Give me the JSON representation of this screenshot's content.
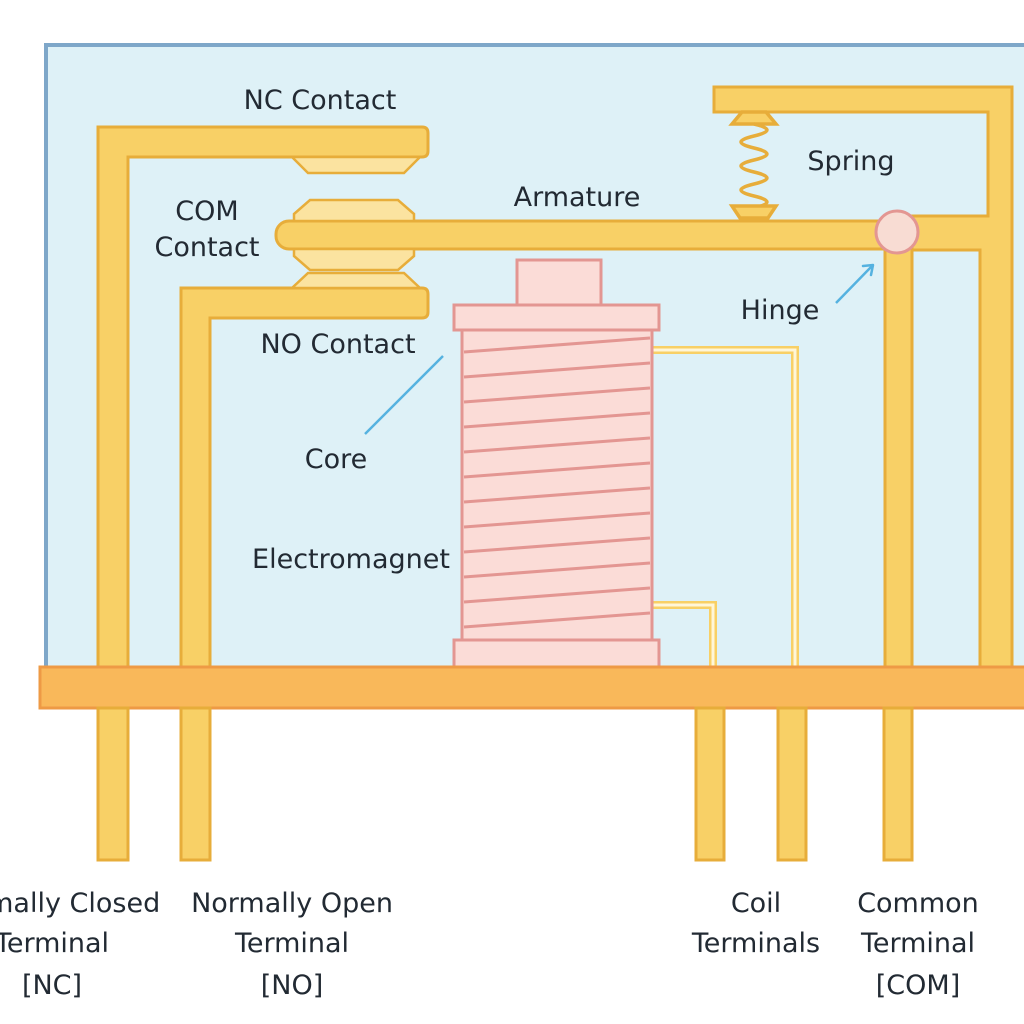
{
  "colors": {
    "housing_fill": "#def1f7",
    "housing_border": "#7ea7c9",
    "metal": "#f8d066",
    "metal_stroke": "#e7ad3a",
    "base": "#f9b85a",
    "coil_fill": "#fbdcd7",
    "coil_stroke": "#e39692",
    "pointer": "#55b2e0",
    "hinge": "#f8dcd3"
  },
  "labels": {
    "nc_contact": "NC Contact",
    "com_contact_line1": "COM",
    "com_contact_line2": "Contact",
    "no_contact": "NO Contact",
    "armature": "Armature",
    "spring": "Spring",
    "hinge": "Hinge",
    "core": "Core",
    "electromagnet": "Electromagnet"
  },
  "terminals": {
    "nc": {
      "line1": "Normally Closed",
      "line2": "Terminal",
      "line3": "[NC]"
    },
    "no": {
      "line1": "Normally Open",
      "line2": "Terminal",
      "line3": "[NO]"
    },
    "coil": {
      "line1": "Coil",
      "line2": "Terminals"
    },
    "com": {
      "line1": "Common",
      "line2": "Terminal",
      "line3": "[COM]"
    }
  }
}
